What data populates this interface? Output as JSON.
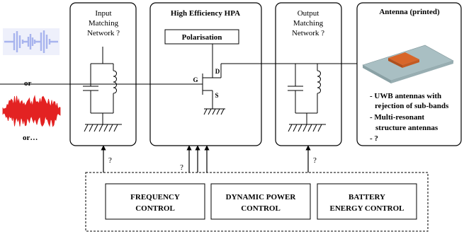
{
  "inputs": {
    "or_1": "or",
    "or_2": "or…"
  },
  "input_matching": {
    "title_lines": [
      "Input",
      "Matching",
      "Network ?"
    ],
    "control_mark": "?"
  },
  "hpa": {
    "title": "High Efficiency HPA",
    "polarisation_label": "Polarisation",
    "gate_label": "G",
    "drain_label": "D",
    "source_label": "S",
    "control_mark": "?"
  },
  "output_matching": {
    "title_lines": [
      "Output",
      "Matching",
      "Network ?"
    ],
    "control_mark": "?"
  },
  "antenna": {
    "title": "Antenna (printed)",
    "notes": [
      "- UWB antennas with",
      "rejection of sub-bands",
      "- Multi-resonant",
      "structure antennas",
      "- ?"
    ]
  },
  "controls": {
    "frequency_lines": [
      "FREQUENCY",
      "CONTROL"
    ],
    "dynamic_power_lines": [
      "DYNAMIC POWER",
      "CONTROL"
    ],
    "battery_lines": [
      "BATTERY",
      "ENERGY CONTROL"
    ]
  },
  "colors": {
    "signal_blue": "#a8b4ee",
    "signal_red": "#e32222",
    "antenna_patch": "#d8662a",
    "antenna_substrate": "#a9bfc3"
  }
}
